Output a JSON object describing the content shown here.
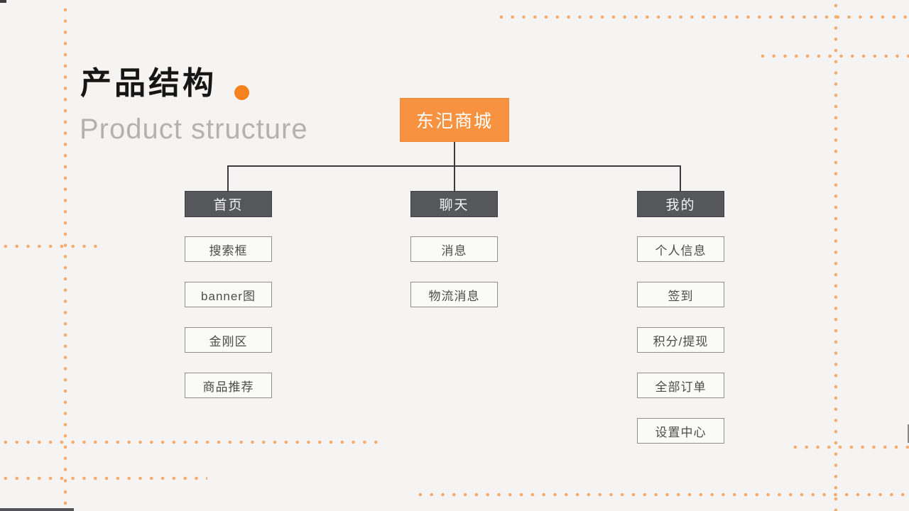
{
  "title": {
    "zh": "产品结构",
    "en": "Product structure"
  },
  "tree": {
    "root": "东汜商城",
    "branches": [
      {
        "label": "首页",
        "children": [
          "搜索框",
          "banner图",
          "金刚区",
          "商品推荐"
        ]
      },
      {
        "label": "聊天",
        "children": [
          "消息",
          "物流消息"
        ]
      },
      {
        "label": "我的",
        "children": [
          "个人信息",
          "签到",
          "积分/提现",
          "全部订单",
          "设置中心"
        ]
      }
    ]
  },
  "colors": {
    "background": "#F5F4F2",
    "accent": "#F5821E",
    "dots": "#F5AC6E",
    "root_box": "#F79240",
    "branch_box": "#56575B",
    "connector": "#3C3C40"
  }
}
